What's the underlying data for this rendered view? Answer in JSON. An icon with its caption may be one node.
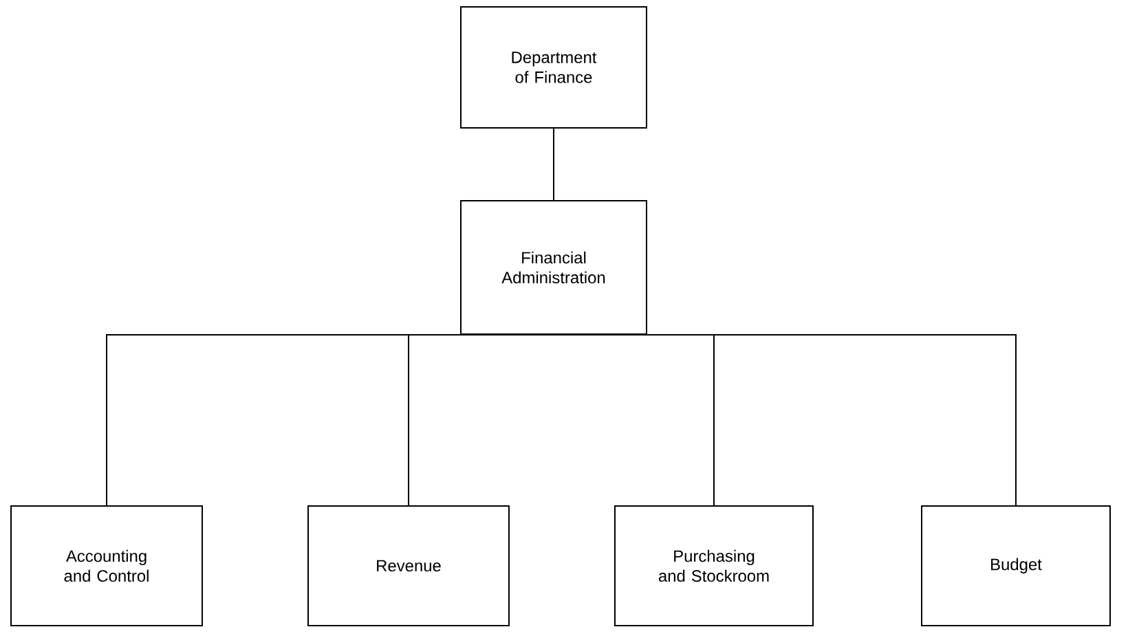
{
  "diagram": {
    "nodes": [
      {
        "text": [
          "Department of Finance"
        ]
      },
      {
        "text": [
          "Financial Administration"
        ]
      },
      {
        "text": [
          "Accounting and Control"
        ]
      },
      {
        "text": [
          "Revenue"
        ]
      },
      {
        "text": [
          "Purchasing and Stockroom"
        ]
      },
      {
        "text": [
          "Budget"
        ]
      }
    ],
    "edges": [
      {
        "from": 0,
        "to": 1,
        "arrow": "none"
      },
      {
        "from": 1,
        "to": 2,
        "arrow": "none"
      },
      {
        "from": 1,
        "to": 3,
        "arrow": "none"
      },
      {
        "from": 1,
        "to": 4,
        "arrow": "none"
      },
      {
        "from": 1,
        "to": 5,
        "arrow": "none"
      }
    ]
  }
}
